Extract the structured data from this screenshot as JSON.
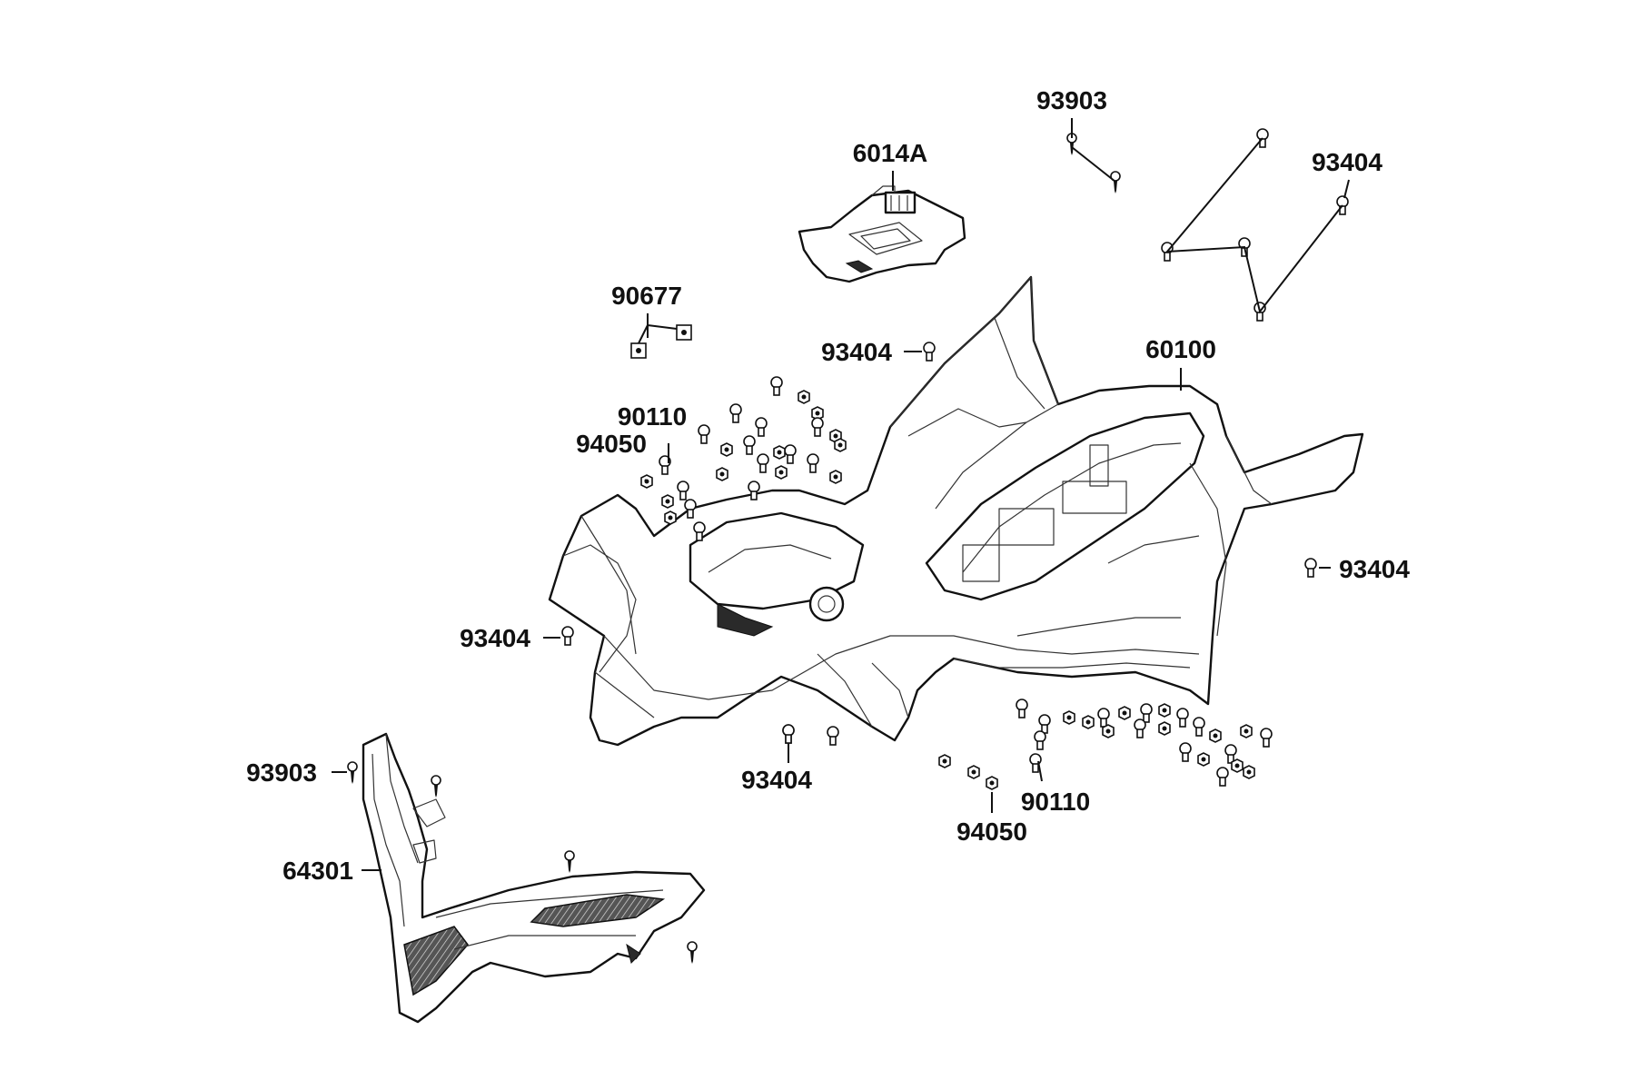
{
  "diagram": {
    "labels": {
      "p93903_top": "93903",
      "p6014A": "6014A",
      "p93404_top_right": "93404",
      "p90677": "90677",
      "p93404_upper_mid": "93404",
      "p60100": "60100",
      "p90110_left": "90110",
      "p94050_left": "94050",
      "p93404_right": "93404",
      "p93404_left": "93404",
      "p93903_bottom_left": "93903",
      "p93404_bottom_mid": "93404",
      "p64301": "64301",
      "p90110_bottom": "90110",
      "p94050_bottom": "94050"
    }
  }
}
